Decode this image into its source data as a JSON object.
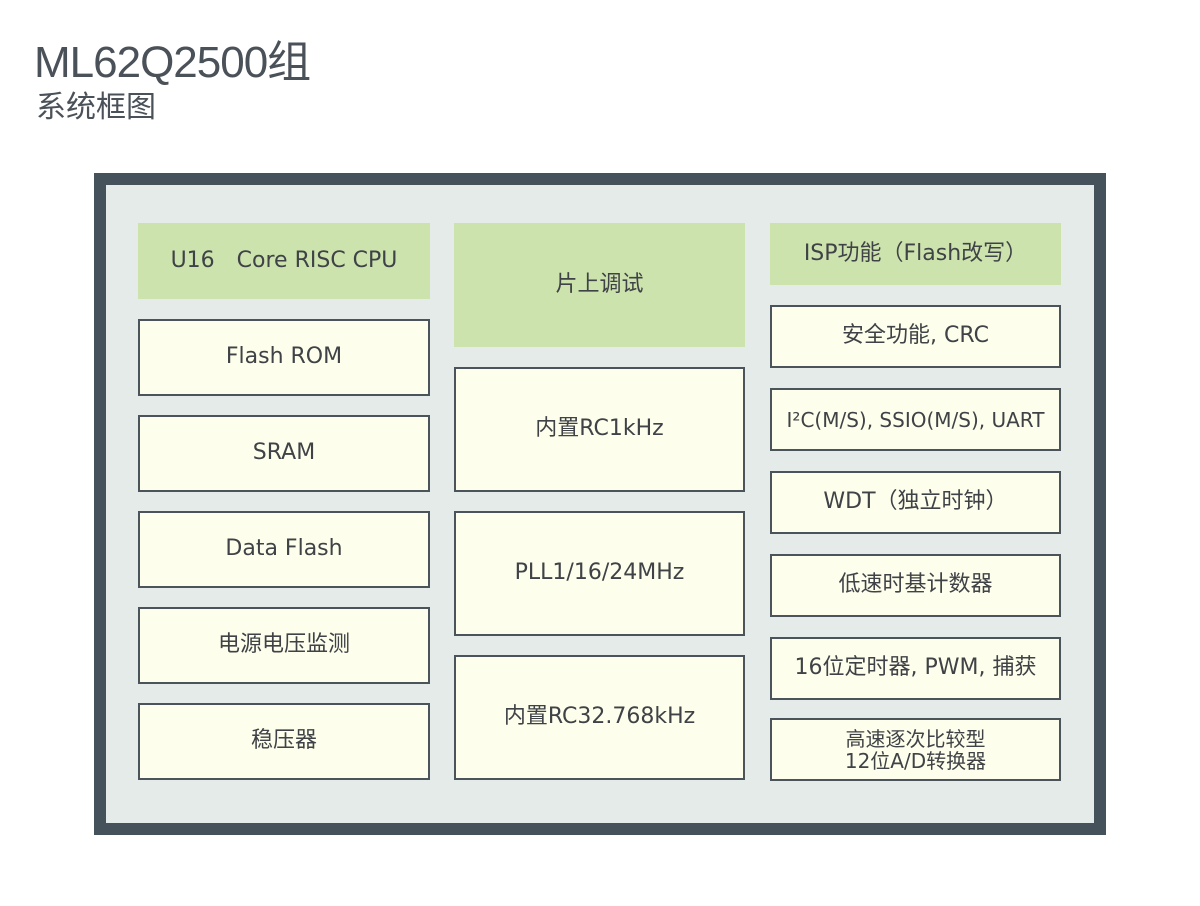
{
  "header": {
    "title": "ML62Q2500组",
    "subtitle": "系统框图"
  },
  "colors": {
    "chip_border": "#45525b",
    "chip_fill": "#e4ebe9",
    "core_block": "#cce3ad",
    "peripheral_block": "#fdfeeb"
  },
  "diagram": {
    "left_column": [
      {
        "label": "U16　Core RISC CPU",
        "type": "core"
      },
      {
        "label": "Flash ROM",
        "type": "peripheral"
      },
      {
        "label": "SRAM",
        "type": "peripheral"
      },
      {
        "label": "Data Flash",
        "type": "peripheral"
      },
      {
        "label": "电源电压监测",
        "type": "peripheral"
      },
      {
        "label": "稳压器",
        "type": "peripheral"
      }
    ],
    "middle_column": [
      {
        "label": "片上调试",
        "type": "core"
      },
      {
        "label": "内置RC1kHz",
        "type": "peripheral"
      },
      {
        "label": "PLL1/16/24MHz",
        "type": "peripheral"
      },
      {
        "label": "内置RC32.768kHz",
        "type": "peripheral"
      }
    ],
    "right_column": [
      {
        "label": "ISP功能（Flash改写）",
        "type": "core"
      },
      {
        "label": "安全功能, CRC",
        "type": "peripheral"
      },
      {
        "label": "I²C(M/S), SSIO(M/S), UART",
        "type": "peripheral"
      },
      {
        "label": "WDT（独立时钟）",
        "type": "peripheral"
      },
      {
        "label": "低速时基计数器",
        "type": "peripheral"
      },
      {
        "label": "16位定时器, PWM, 捕获",
        "type": "peripheral"
      },
      {
        "label": "高速逐次比较型\n12位A/D转换器",
        "line1": "高速逐次比较型",
        "line2": "12位A/D转换器",
        "type": "peripheral"
      }
    ]
  }
}
